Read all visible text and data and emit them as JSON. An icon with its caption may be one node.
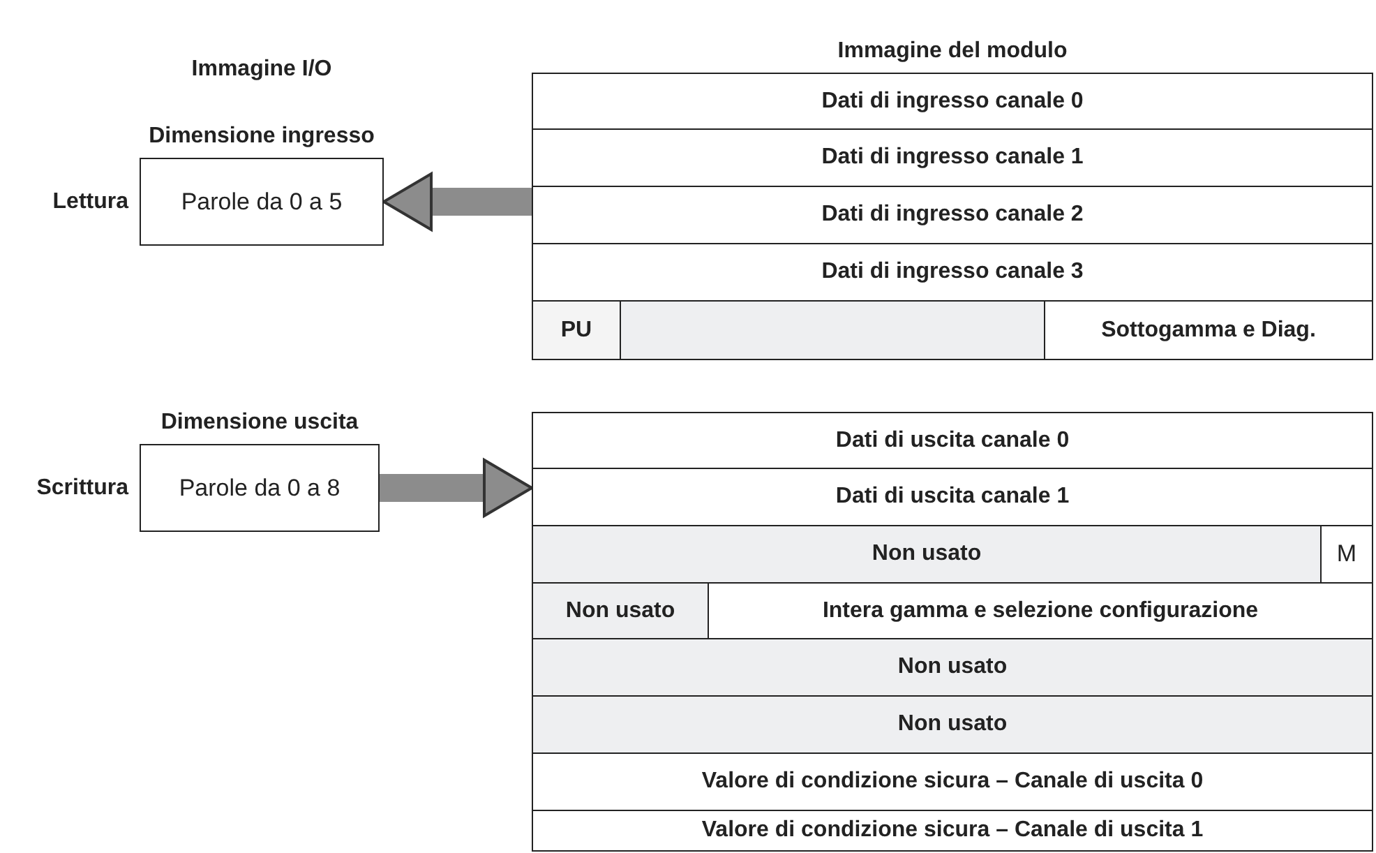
{
  "diagram": {
    "nodes": [
      {
        "text": [
          "Dimensione ingresso",
          "Parole da 0 a 5"
        ],
        "beside": [
          "Lettura"
        ]
      },
      {
        "text": [
          "Dimensione uscita",
          "Parole da 0 a 8"
        ],
        "beside": [
          "Scrittura"
        ]
      },
      {
        "text": [
          "Immagine del modulo"
        ]
      },
      {
        "text": [
          "Dati di ingresso canale 0"
        ],
        "in": 2
      },
      {
        "text": [
          "Dati di ingresso canale 1"
        ],
        "in": 2
      },
      {
        "text": [
          "Dati di ingresso canale 2"
        ],
        "in": 2
      },
      {
        "text": [
          "Dati di ingresso canale 3"
        ],
        "in": 2
      },
      {
        "text": [
          "PU"
        ],
        "in": 2
      },
      {
        "text": [],
        "shape": "box",
        "in": 2
      },
      {
        "text": [
          "Sottogamma e Diag."
        ],
        "in": 2
      },
      {
        "text": [],
        "shape": "box"
      },
      {
        "text": [
          "Dati di uscita canale 0"
        ],
        "in": 10
      },
      {
        "text": [
          "Dati di uscita canale 1"
        ],
        "in": 10
      },
      {
        "text": [
          "Non usato"
        ],
        "in": 10
      },
      {
        "text": [
          "M"
        ],
        "in": 10
      },
      {
        "text": [
          "Non usato"
        ],
        "in": 10
      },
      {
        "text": [
          "Intera gamma e selezione configurazione"
        ],
        "in": 10
      },
      {
        "text": [
          "Non usato"
        ],
        "in": 10
      },
      {
        "text": [
          "Non usato"
        ],
        "in": 10
      },
      {
        "text": [
          "Valore di condizione sicura – Canale di uscita 0"
        ],
        "in": 10
      },
      {
        "text": [
          "Valore di condizione sicura – Canale di uscita 1"
        ],
        "in": 10
      }
    ],
    "edges": [
      {
        "from": 2,
        "to": 0,
        "arrow": "to"
      },
      {
        "from": 1,
        "to": 10,
        "arrow": "to"
      }
    ],
    "labels": [
      "Immagine I/O"
    ]
  }
}
